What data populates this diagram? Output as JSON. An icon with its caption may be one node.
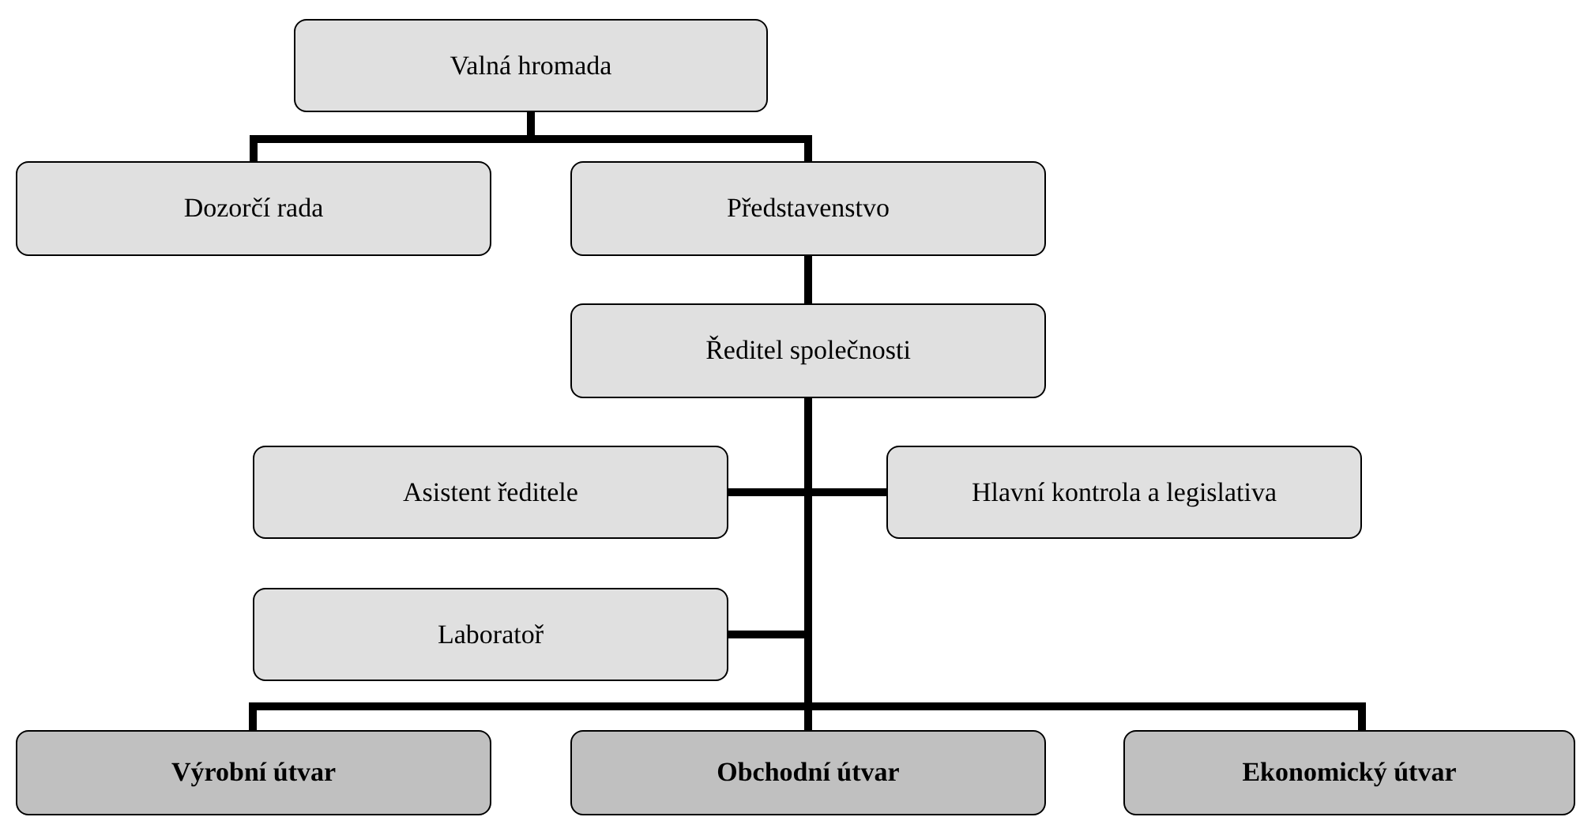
{
  "diagram": {
    "nodes": [
      {
        "text": [
          "Valná hromada"
        ]
      },
      {
        "text": [
          "Dozorčí rada"
        ]
      },
      {
        "text": [
          "Představenstvo"
        ]
      },
      {
        "text": [
          "Ředitel společnosti"
        ]
      },
      {
        "text": [
          "Asistent ředitele"
        ]
      },
      {
        "text": [
          "Hlavní kontrola a legislativa"
        ]
      },
      {
        "text": [
          "Laboratoř"
        ]
      },
      {
        "text": [
          "Výrobní útvar"
        ]
      },
      {
        "text": [
          "Obchodní útvar"
        ]
      },
      {
        "text": [
          "Ekonomický útvar"
        ]
      }
    ],
    "edges": [
      {
        "from": 0,
        "to": 1,
        "arrow": "none"
      },
      {
        "from": 0,
        "to": 2,
        "arrow": "none"
      },
      {
        "from": 2,
        "to": 3,
        "arrow": "none"
      },
      {
        "from": 3,
        "to": 4,
        "arrow": "none"
      },
      {
        "from": 3,
        "to": 5,
        "arrow": "none"
      },
      {
        "from": 3,
        "to": 6,
        "arrow": "none"
      },
      {
        "from": 3,
        "to": 7,
        "arrow": "none"
      },
      {
        "from": 3,
        "to": 8,
        "arrow": "none"
      },
      {
        "from": 3,
        "to": 9,
        "arrow": "none"
      }
    ]
  }
}
